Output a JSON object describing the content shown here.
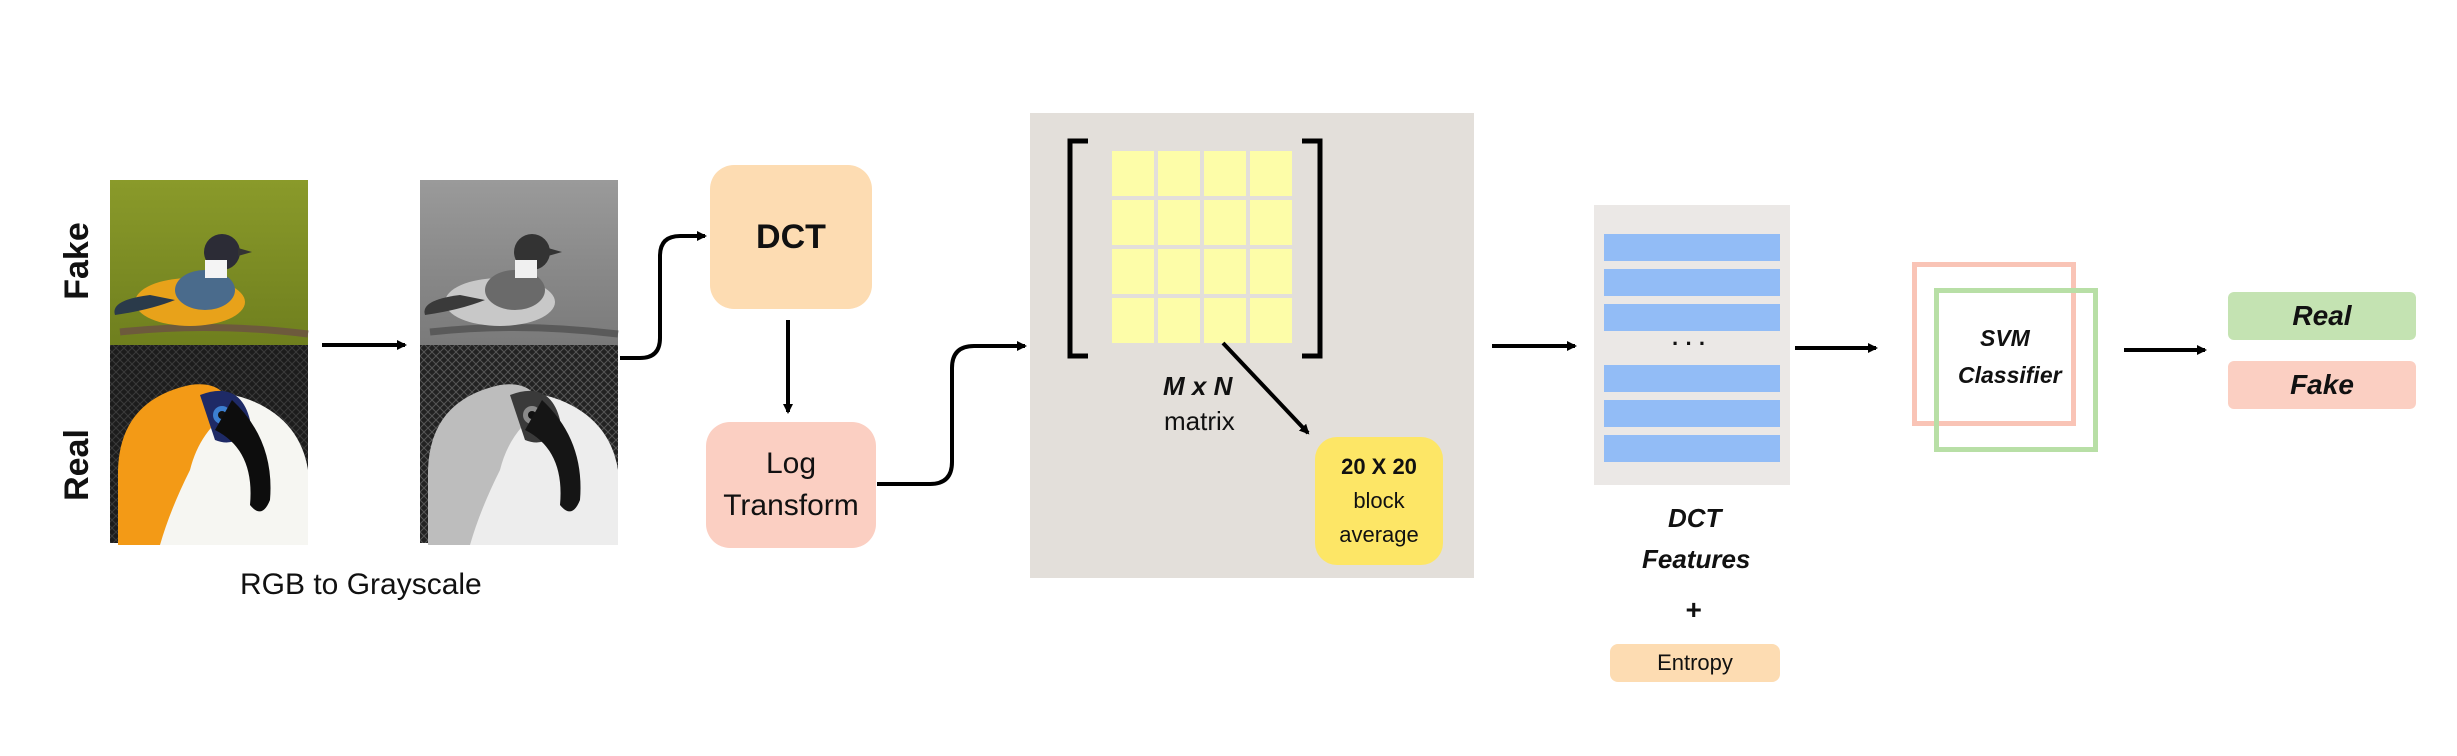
{
  "labels": {
    "fake": "Fake",
    "real": "Real",
    "rgb_to_gray": "RGB to Grayscale"
  },
  "dct": {
    "label": "DCT"
  },
  "log": {
    "line1": "Log",
    "line2": "Transform"
  },
  "matrix": {
    "title": "M x N",
    "subtitle": "matrix",
    "rows": 4,
    "cols": 4
  },
  "block": {
    "line1": "20 X 20",
    "line2": "block",
    "line3": "average"
  },
  "features": {
    "ellipsis": "· · ·",
    "title_line1": "DCT",
    "title_line2": "Features",
    "plus": "+",
    "entropy": "Entropy"
  },
  "svm": {
    "line1": "SVM",
    "line2": "Classifier"
  },
  "outputs": {
    "real": "Real",
    "fake": "Fake"
  },
  "colors": {
    "dct_box": "#fddcb2",
    "log_box": "#fbcfc2",
    "matrix_cell": "#fdfda8",
    "block_box": "#fde666",
    "feature_bar": "#92bcf6",
    "svm_pink": "#f9c4b6",
    "svm_green": "#b8dfa6",
    "out_real": "#c4e3b2",
    "out_fake": "#fbcfc2"
  }
}
